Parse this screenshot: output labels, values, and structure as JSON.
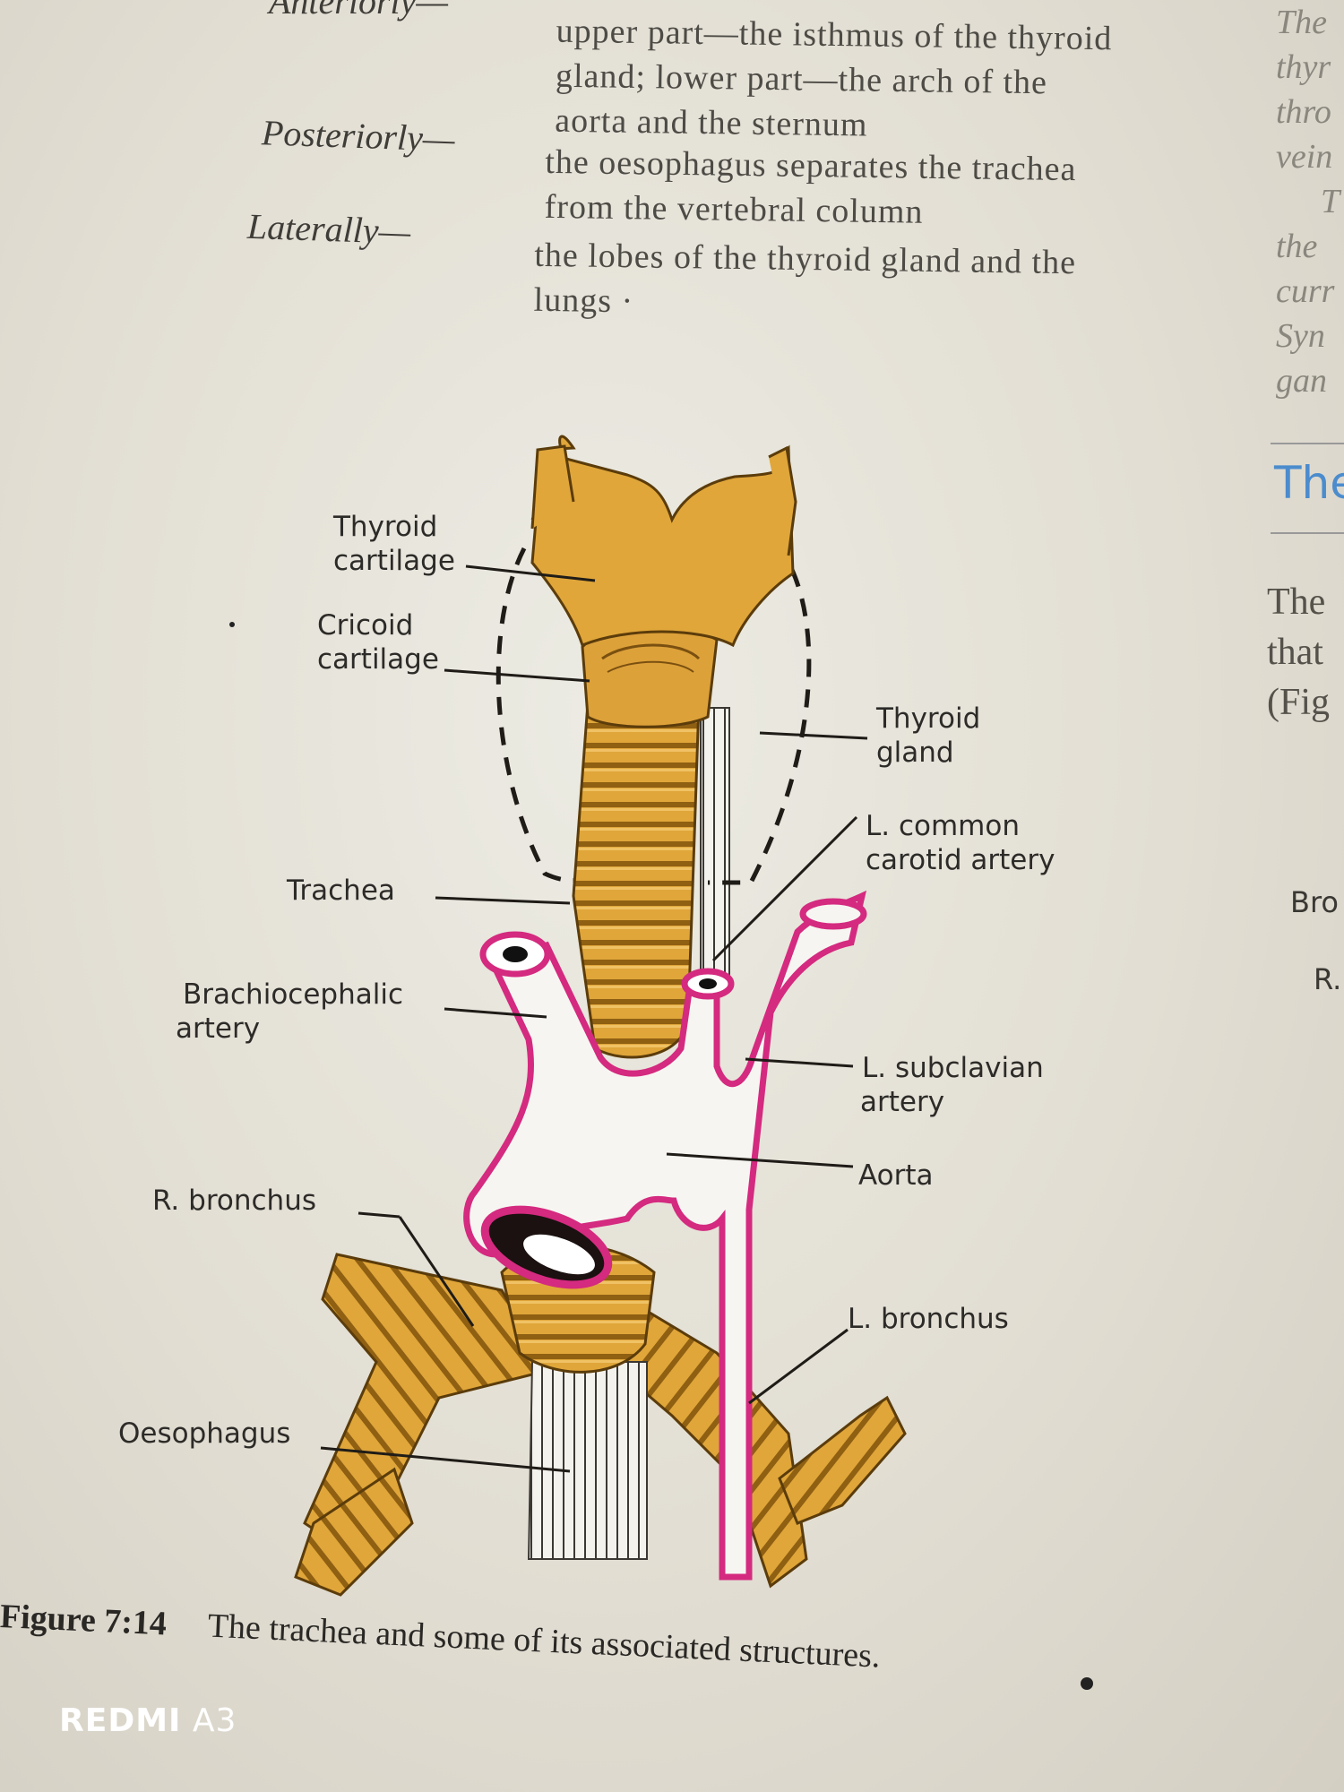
{
  "top_text": {
    "row1_label": "Anteriorly—",
    "row1_lines": [
      "upper part—the isthmus of the thyroid",
      "gland; lower part—the arch of the",
      "aorta and the sternum"
    ],
    "row2_label": "Posteriorly—",
    "row2_lines": [
      "the oesophagus separates the trachea",
      "from the vertebral column"
    ],
    "row3_label": "Laterally—",
    "row3_lines": [
      "the lobes of the thyroid gland and the",
      "lungs ·"
    ]
  },
  "right_margin": {
    "lines_top": [
      "The",
      "thyr",
      "thro",
      "vein",
      "T",
      "the",
      "curr",
      "Syn",
      "gan"
    ],
    "heading": "The",
    "lines_mid": [
      "The",
      "that",
      "(Fig"
    ],
    "label_bro": "Bro",
    "label_r": "R."
  },
  "diagram": {
    "labels": {
      "thyroid_cartilage": [
        "Thyroid",
        "cartilage"
      ],
      "cricoid_cartilage": [
        "Cricoid",
        "cartilage"
      ],
      "thyroid_gland": [
        "Thyroid",
        "gland"
      ],
      "l_common_carotid": [
        "L. common",
        "carotid artery"
      ],
      "trachea": "Trachea",
      "brachiocephalic": [
        "Brachiocephalic",
        "artery"
      ],
      "l_subclavian": [
        "L. subclavian",
        "artery"
      ],
      "aorta": "Aorta",
      "r_bronchus": "R. bronchus",
      "l_bronchus": "L. bronchus",
      "oesophagus": "Oesophagus"
    },
    "colors": {
      "cartilage": "#e0a63a",
      "cartilage_shadow": "#b27a1c",
      "artery": "#d42a7f",
      "outline": "#2a2520"
    }
  },
  "caption": {
    "number": "Figure 7:14",
    "text": "The trachea and some of its associated structures."
  },
  "watermark": {
    "brand": "REDMI",
    "model": "A3"
  }
}
